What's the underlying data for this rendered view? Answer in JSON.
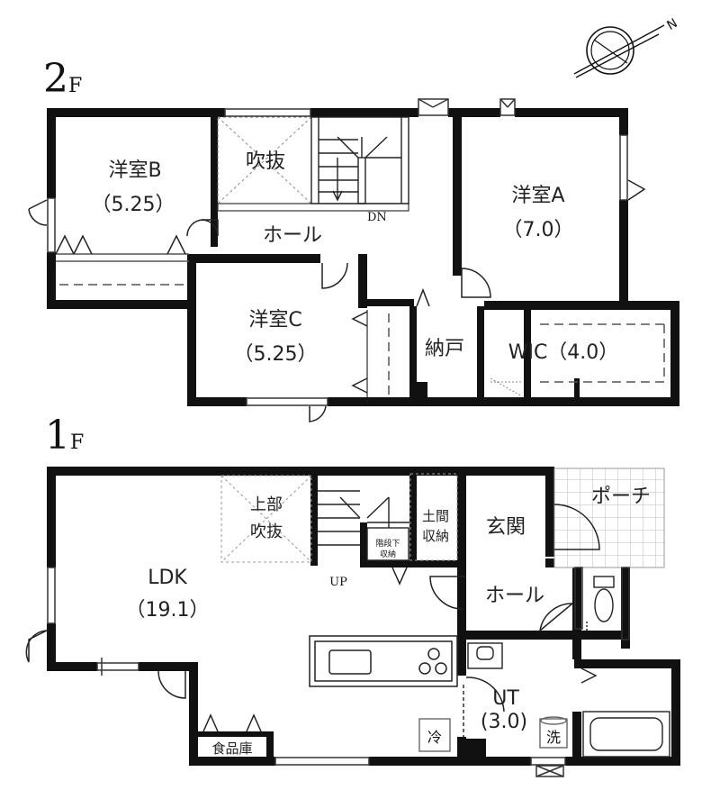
{
  "floors": {
    "second": {
      "number": "2",
      "suffix": "F",
      "rooms": {
        "room_b": {
          "name": "洋室B",
          "size": "（5.25）"
        },
        "fukinuke": {
          "name": "吹抜"
        },
        "hall": {
          "name": "ホール"
        },
        "room_a": {
          "name": "洋室A",
          "size": "（7.0）"
        },
        "room_c": {
          "name": "洋室C",
          "size": "（5.25）"
        },
        "nando": {
          "name": "納戸"
        },
        "wic": {
          "name": "WIC（4.0）"
        }
      },
      "stair_label": "DN"
    },
    "first": {
      "number": "1",
      "suffix": "F",
      "rooms": {
        "ldk": {
          "name": "LDK",
          "size": "（19.1）"
        },
        "upper_fukinuke": {
          "name_line1": "上部",
          "name_line2": "吹抜"
        },
        "doma_storage": {
          "name_line1": "土間",
          "name_line2": "収納"
        },
        "genkan": {
          "name": "玄関"
        },
        "porch": {
          "name": "ポーチ"
        },
        "hall": {
          "name": "ホール"
        },
        "ut": {
          "name": "UT",
          "size": "(3.0)"
        },
        "pantry": {
          "name": "食品庫"
        },
        "under_stairs": {
          "name_line1": "階段下",
          "name_line2": "収納"
        }
      },
      "stair_label": "UP",
      "fixtures": {
        "fridge": "冷",
        "washer": "洗"
      }
    }
  },
  "compass": {
    "label": "N",
    "icon": "north-arrow-icon"
  },
  "colors": {
    "wall": "#111111",
    "dashed": "#555555",
    "thin": "#444444"
  }
}
